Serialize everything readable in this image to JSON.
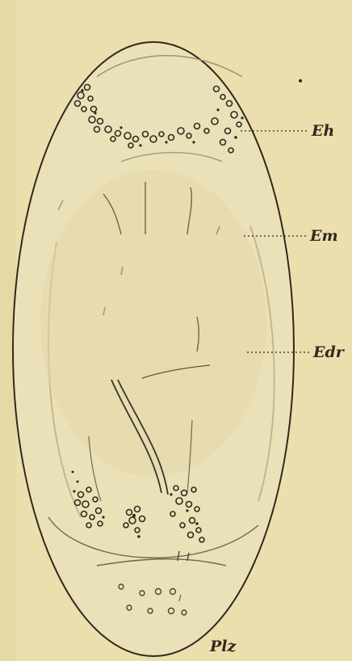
{
  "colors": {
    "paper": "#ecdfae",
    "ink": "#2e2a1e",
    "faint": "#b9ad82"
  },
  "labels": {
    "eh": "Eh",
    "em": "Em",
    "edr": "Edr",
    "plz": "Plz"
  }
}
